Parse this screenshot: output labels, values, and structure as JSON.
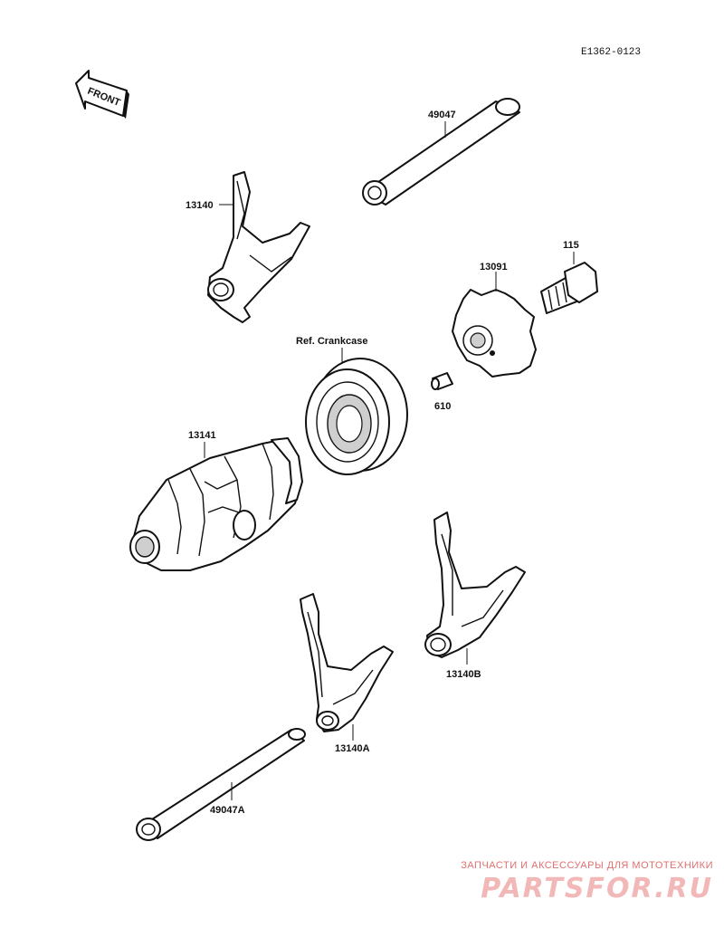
{
  "diagram_code": "E1362-0123",
  "front_marker": "FRONT",
  "labels": {
    "shaft_top": "49047",
    "fork_top": "13140",
    "bolt": "115",
    "star": "13091",
    "crankcase": "Ref. Crankcase",
    "pin": "610",
    "drum": "13141",
    "fork_b": "13140B",
    "fork_a": "13140A",
    "shaft_bottom": "49047A"
  },
  "watermark": {
    "caption": "ЗАПЧАСТИ И АКСЕССУАРЫ ДЛЯ МОТОТЕХНИКИ",
    "logo": "PARTSFOR.RU"
  },
  "colors": {
    "line": "#111111",
    "watermark_caption": "#e07070",
    "watermark_logo": "#f2b8b8"
  }
}
